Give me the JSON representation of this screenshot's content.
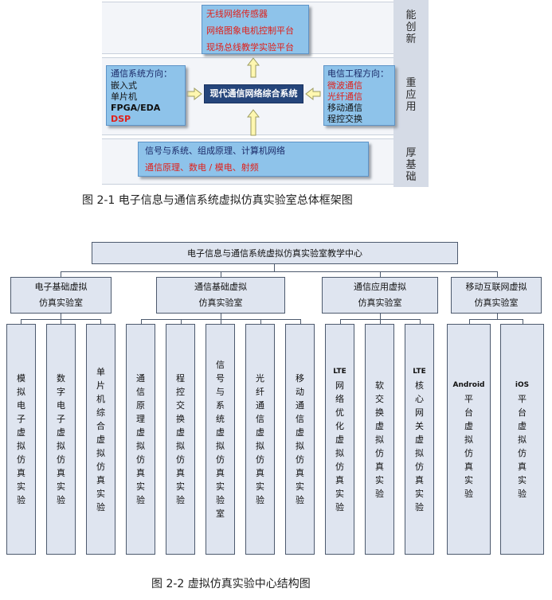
{
  "fig1": {
    "top_items": [
      "无线网络传感器",
      "网络图象电机控制平台",
      "现场总线教学实验平台"
    ],
    "side_labels": [
      "能创新",
      "重应用",
      "厚基础"
    ],
    "left": {
      "title": "通信系统方向：",
      "items": [
        {
          "text": "嵌入式",
          "style": "dark"
        },
        {
          "text": "单片机",
          "style": "dark"
        },
        {
          "text": "FPGA/EDA",
          "style": "bold"
        },
        {
          "text": "DSP",
          "style": "red-bold"
        }
      ]
    },
    "center": "现代通信网络综合系统",
    "right": {
      "title": "电信工程方向：",
      "items": [
        {
          "text": "微波通信",
          "style": "red"
        },
        {
          "text": "光纤通信",
          "style": "red"
        },
        {
          "text": "移动通信",
          "style": "dark"
        },
        {
          "text": "程控交换",
          "style": "dark"
        }
      ]
    },
    "bottom": {
      "line1": "信号与系统、组成原理、计算机网络",
      "line2": "通信原理、数电 / 模电、射频"
    },
    "caption": "图 2-1 电子信息与通信系统虚拟仿真实验室总体框架图",
    "colors": {
      "box_fill": "#8ec3ea",
      "center_fill": "#25457b",
      "accent_red": "#e0201a",
      "arrow_fill": "#fff7b0"
    }
  },
  "fig2": {
    "root": "电子信息与通信系统虚拟仿真实验室教学中心",
    "labs": [
      {
        "line1": "电子基础虚拟",
        "line2": "仿真实验室"
      },
      {
        "line1": "通信基础虚拟",
        "line2": "仿真实验室"
      },
      {
        "line1": "通信应用虚拟",
        "line2": "仿真实验室"
      },
      {
        "line1": "移动互联网虚拟",
        "line2": "仿真实验室"
      }
    ],
    "leaves": [
      {
        "en": "",
        "zh": "模拟电子虚拟仿真实验"
      },
      {
        "en": "",
        "zh": "数字电子虚拟仿真实验"
      },
      {
        "en": "",
        "zh": "单片机综合虚拟仿真实验"
      },
      {
        "en": "",
        "zh": "通信原理虚拟仿真实验"
      },
      {
        "en": "",
        "zh": "程控交换虚拟仿真实验"
      },
      {
        "en": "",
        "zh": "信号与系统虚拟仿真实验室"
      },
      {
        "en": "",
        "zh": "光纤通信虚拟仿真实验"
      },
      {
        "en": "",
        "zh": "移动通信虚拟仿真实验"
      },
      {
        "en": "LTE",
        "zh": "网络优化虚拟仿真实验"
      },
      {
        "en": "",
        "zh": "软交换虚拟仿真实验"
      },
      {
        "en": "LTE",
        "zh": "核心网关虚拟仿真实验"
      },
      {
        "en": "Android",
        "zh": "平台虚拟仿真实验"
      },
      {
        "en": "iOS",
        "zh": "平台虚拟仿真实验"
      }
    ],
    "caption": "图 2-2 虚拟仿真实验中心结构图",
    "colors": {
      "node_fill": "#dfe5f0",
      "line": "#4d5a6e"
    }
  }
}
